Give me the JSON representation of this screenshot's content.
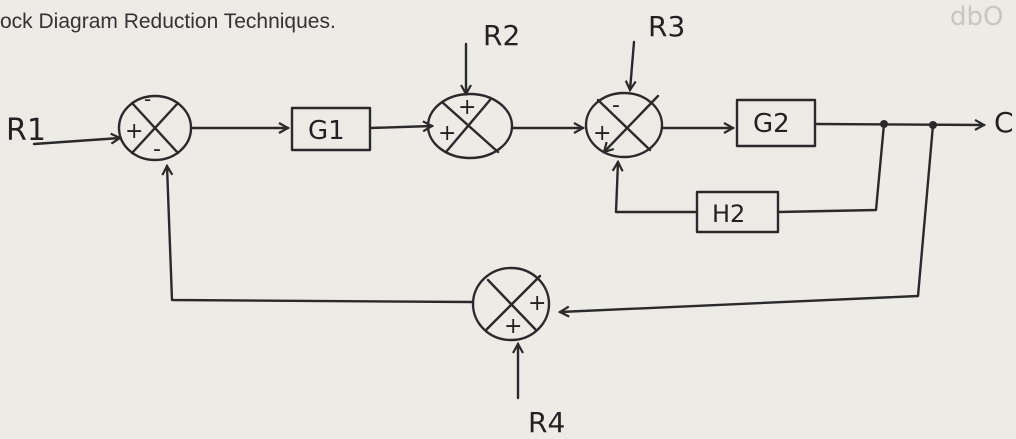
{
  "heading": "ock Diagram Reduction Techniques.",
  "watermark": "dbO",
  "signals": {
    "input": "R1",
    "disturbance_2": "R2",
    "disturbance_3": "R3",
    "disturbance_4": "R4",
    "output": "C"
  },
  "blocks": {
    "g1": "G1",
    "g2": "G2",
    "h2": "H2"
  },
  "summers": {
    "s1": {
      "top": "-",
      "left": "+",
      "bottom": "-"
    },
    "s2": {
      "top": "+",
      "left": "+"
    },
    "s3": {
      "top": "-",
      "left": "+"
    },
    "s4": {
      "right": "+",
      "bottom": "+"
    }
  },
  "colors": {
    "ink": "#2a2a2a",
    "paper": "#ecebe6"
  }
}
